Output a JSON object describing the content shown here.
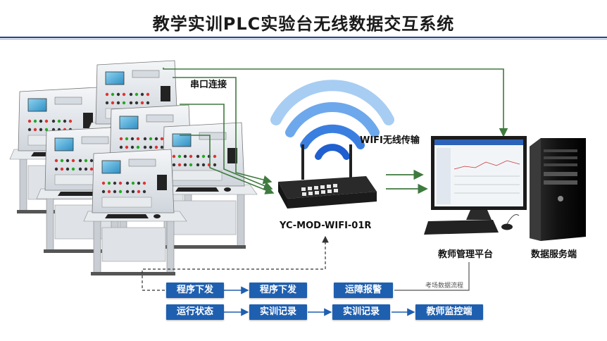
{
  "title": "教学实训PLC实验台无线数据交互系统",
  "labels": {
    "serial": "串口连接",
    "wifi": "WIFI无线传输",
    "router_model": "YC-MOD-WIFI-01R",
    "teacher_platform": "教师管理平台",
    "data_server": "数据服务端",
    "exam_note": "考场数据流程"
  },
  "flow": {
    "row1": [
      "程序下发",
      "程序下发",
      "运障报警"
    ],
    "row2": [
      "运行状态",
      "实训记录",
      "实训记录",
      "教师监控端"
    ]
  },
  "colors": {
    "arrow_green": "#3f7a3f",
    "box_blue": "#1f5fb0",
    "wifi_blue": "#2a6fd8",
    "title_rule": "#23418c"
  }
}
